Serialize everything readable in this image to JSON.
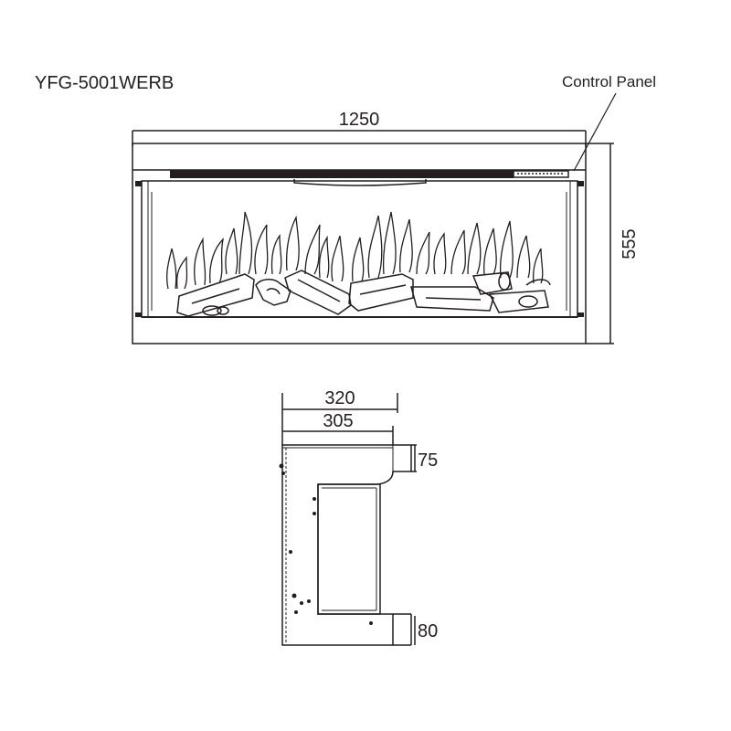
{
  "title": "YFG-5001WERB",
  "callout": "Control Panel",
  "front_view": {
    "width_dim": "1250",
    "height_dim": "555"
  },
  "side_view": {
    "overall_depth_dim": "320",
    "body_depth_dim": "305",
    "top_step_dim": "75",
    "bottom_step_dim": "80"
  },
  "colors": {
    "line": "#231f20",
    "background": "#ffffff"
  }
}
